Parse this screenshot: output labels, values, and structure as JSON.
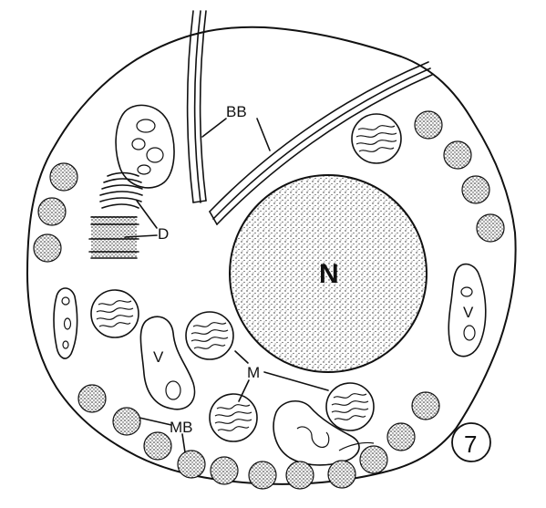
{
  "labels": {
    "basal_body": "BB",
    "desmosome": "D",
    "nucleus": "N",
    "vacuole_right": "V",
    "vacuole_left": "V",
    "mitochondria": "M",
    "microbodies": "MB",
    "figure_number": "7"
  }
}
